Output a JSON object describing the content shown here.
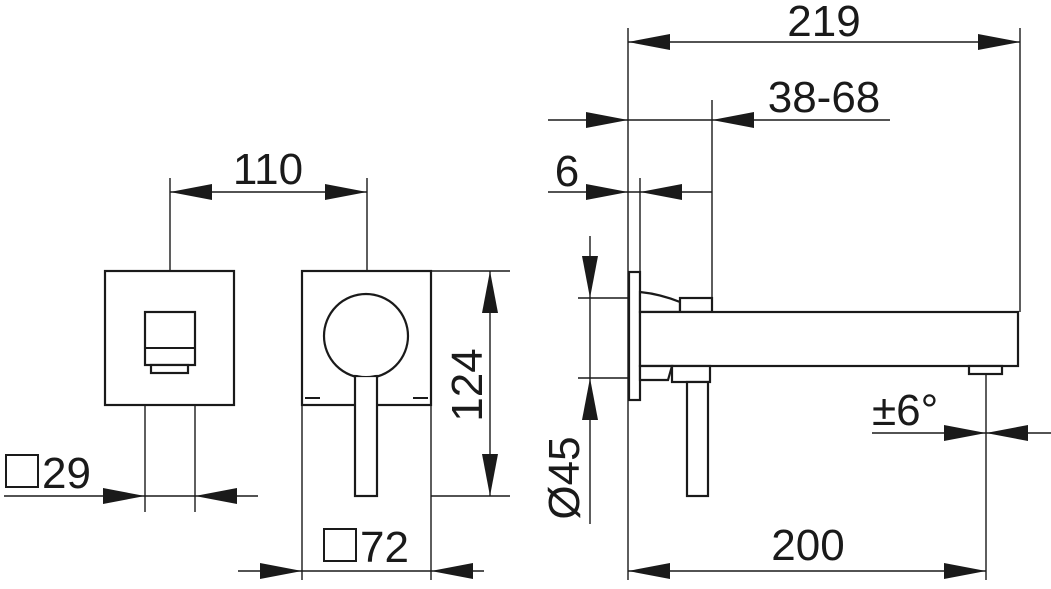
{
  "dimensions": {
    "overall_length": "219",
    "wall_range": "38-68",
    "rosette_depth": "6",
    "center_distance": "110",
    "height": "124",
    "spout_square": "29",
    "plate_square": "72",
    "rosette_diameter": "Ø45",
    "swivel": "±6°",
    "spout_projection": "200"
  }
}
